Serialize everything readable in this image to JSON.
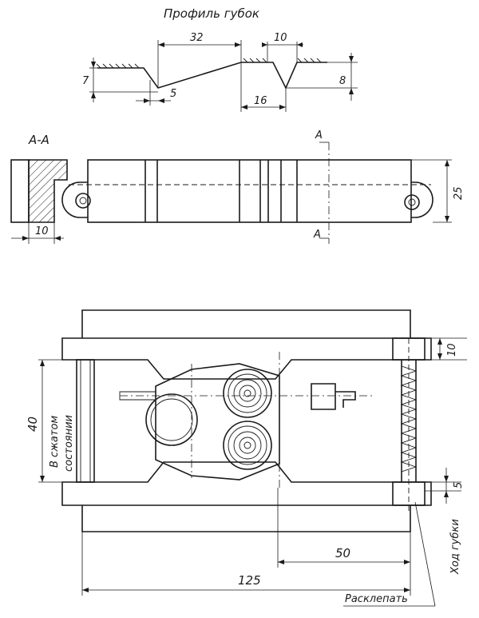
{
  "profile": {
    "title": "Профиль губок",
    "dim_32": "32",
    "dim_10_top": "10",
    "dim_7": "7",
    "dim_5": "5",
    "dim_16": "16",
    "dim_8": "8"
  },
  "section": {
    "label": "А-А",
    "cut_top": "А",
    "cut_bottom": "А",
    "dim_10": "10",
    "dim_25": "25"
  },
  "assembly": {
    "dim_40": "40",
    "clamped_line1": "В сжатом",
    "clamped_line2": "состоянии",
    "dim_10_right": "10",
    "dim_5_right": "5",
    "jaw_travel": "Ход губки",
    "dim_50": "50",
    "dim_125": "125",
    "rivet_note": "Расклепать"
  },
  "colors": {
    "ink": "#1a1a1a",
    "paper": "#ffffff"
  }
}
